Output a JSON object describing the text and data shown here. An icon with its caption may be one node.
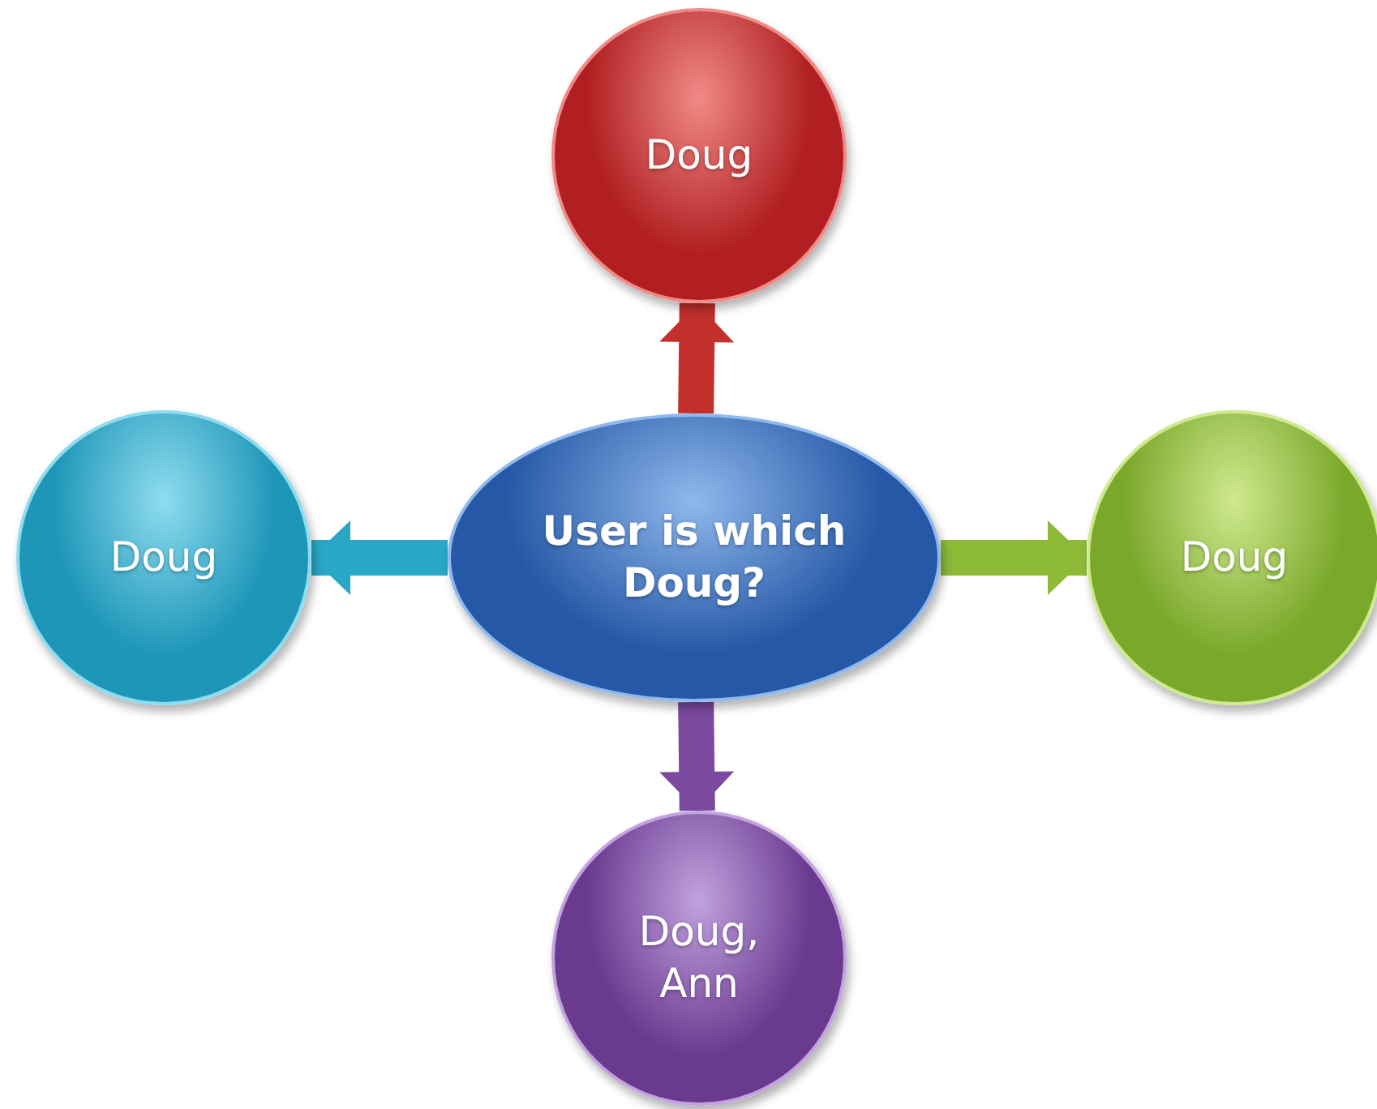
{
  "diagram": {
    "nodes": [
      {
        "text": [
          "Doug"
        ]
      },
      {
        "text": [
          "Doug"
        ]
      },
      {
        "text": [
          "User is which Doug?"
        ]
      },
      {
        "text": [
          "Doug"
        ]
      },
      {
        "text": [
          "Doug, Ann"
        ]
      }
    ],
    "edges": [
      {
        "from": 2,
        "to": 0,
        "arrow": "to",
        "color": "#c3302c"
      },
      {
        "from": 2,
        "to": 1,
        "arrow": "to",
        "color": "#2aa7c6"
      },
      {
        "from": 2,
        "to": 3,
        "arrow": "to",
        "color": "#8dbb38"
      },
      {
        "from": 2,
        "to": 4,
        "arrow": "to",
        "color": "#7b4a9f"
      }
    ]
  }
}
